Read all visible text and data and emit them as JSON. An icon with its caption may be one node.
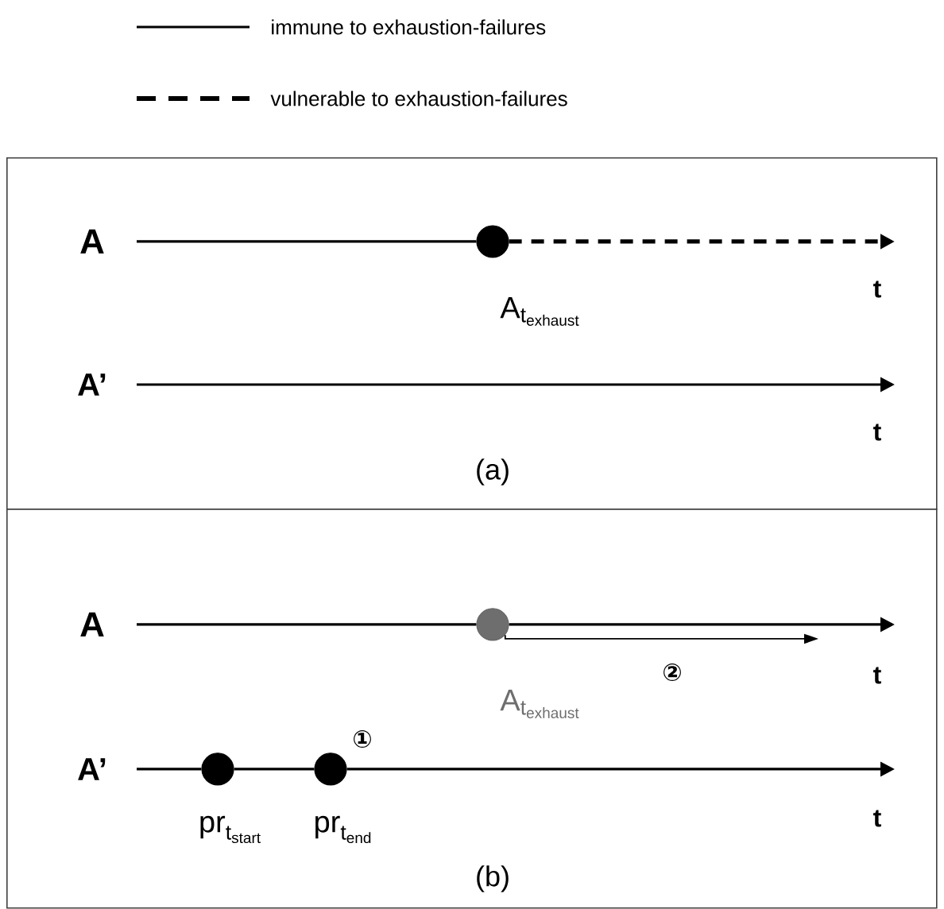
{
  "diagram": {
    "nodes": [
      {
        "text": [
          "(a)"
        ]
      },
      {
        "text": [],
        "shape": "circle",
        "in": 0,
        "beside": [
          "\\mathrm{A}_{\\mathrm{t}_{\\mathrm{exhaust}}}"
        ]
      },
      {
        "text": [
          "(b)"
        ]
      },
      {
        "text": [],
        "shape": "circle",
        "in": 2,
        "beside": [
          "\\mathrm{A}_{\\mathrm{t}_{\\mathrm{exhaust}}}"
        ]
      },
      {
        "text": [],
        "shape": "circle",
        "in": 2,
        "beside": [
          "\\mathrm{pr}_{\\mathrm{t}_{\\mathrm{start}}}"
        ]
      },
      {
        "text": [],
        "shape": "circle",
        "in": 2,
        "beside": [
          "\\mathrm{pr}_{\\mathrm{t}_{\\mathrm{end}}}"
        ]
      }
    ],
    "edges": [
      {
        "from": null,
        "to": 1,
        "arrow": "none"
      },
      {
        "from": 1,
        "to": null,
        "arrow": "to",
        "style": "dashed"
      },
      {
        "from": null,
        "to": 3,
        "arrow": "none"
      },
      {
        "from": 3,
        "to": null,
        "arrow": "to"
      },
      {
        "from": 3,
        "to": null,
        "arrow": "to"
      },
      {
        "from": null,
        "to": 4,
        "arrow": "none"
      },
      {
        "from": 4,
        "to": 5,
        "arrow": "none"
      },
      {
        "from": 5,
        "to": null,
        "arrow": "to"
      }
    ],
    "labels": [
      "A",
      "t",
      "A’",
      "t",
      "A",
      "②",
      "t",
      "①",
      "A’",
      "t"
    ],
    "legend": [
      {
        "text": "immune to exhaustion-failures"
      },
      {
        "text": "vulnerable to exhaustion-failures"
      }
    ]
  }
}
